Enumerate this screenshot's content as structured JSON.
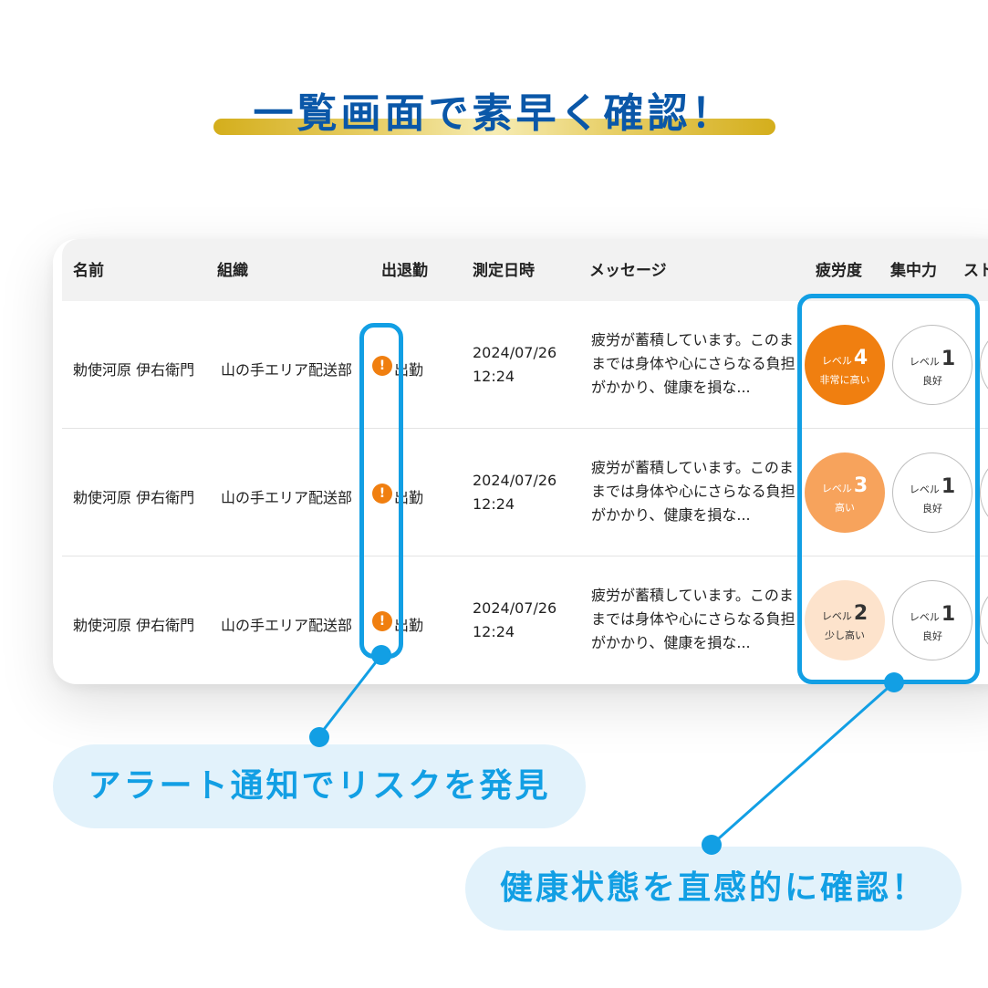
{
  "headline": "一覧画面で素早く確認！",
  "table": {
    "columns": [
      "名前",
      "組織",
      "出退勤",
      "測定日時",
      "メッセージ",
      "疲労度",
      "集中力",
      "スト"
    ],
    "rows": [
      {
        "name": "勅使河原 伊右衛門",
        "org": "山の手エリア配送部",
        "alert": "!",
        "attendance": "出勤",
        "date": "2024/07/26",
        "time": "12:24",
        "message": "疲労が蓄積しています。このままでは身体や心にさらなる負担がかかり、健康を損な...",
        "fatigue": {
          "prefix": "レベル",
          "num": "4",
          "label": "非常に高い",
          "color": "#f07f10",
          "text_color": "#ffffff"
        },
        "focus": {
          "prefix": "レベル",
          "num": "1",
          "label": "良好"
        }
      },
      {
        "name": "勅使河原 伊右衛門",
        "org": "山の手エリア配送部",
        "alert": "!",
        "attendance": "出勤",
        "date": "2024/07/26",
        "time": "12:24",
        "message": "疲労が蓄積しています。このままでは身体や心にさらなる負担がかかり、健康を損な...",
        "fatigue": {
          "prefix": "レベル",
          "num": "3",
          "label": "高い",
          "color": "#f7a35c",
          "text_color": "#ffffff"
        },
        "focus": {
          "prefix": "レベル",
          "num": "1",
          "label": "良好"
        }
      },
      {
        "name": "勅使河原 伊右衛門",
        "org": "山の手エリア配送部",
        "alert": "!",
        "attendance": "出勤",
        "date": "2024/07/26",
        "time": "12:24",
        "message": "疲労が蓄積しています。このままでは身体や心にさらなる負担がかかり、健康を損な...",
        "fatigue": {
          "prefix": "レベル",
          "num": "2",
          "label": "少し高い",
          "color": "#fde3cc",
          "text_color": "#333333"
        },
        "focus": {
          "prefix": "レベル",
          "num": "1",
          "label": "良好"
        }
      }
    ]
  },
  "callouts": {
    "alert": "アラート通知でリスクを発見",
    "health": "健康状態を直感的に確認！"
  },
  "colors": {
    "headline": "#0a57a8",
    "accent": "#129fe4",
    "alert_icon": "#f07f10"
  },
  "icons": {
    "alert": "exclamation-circle-icon"
  }
}
